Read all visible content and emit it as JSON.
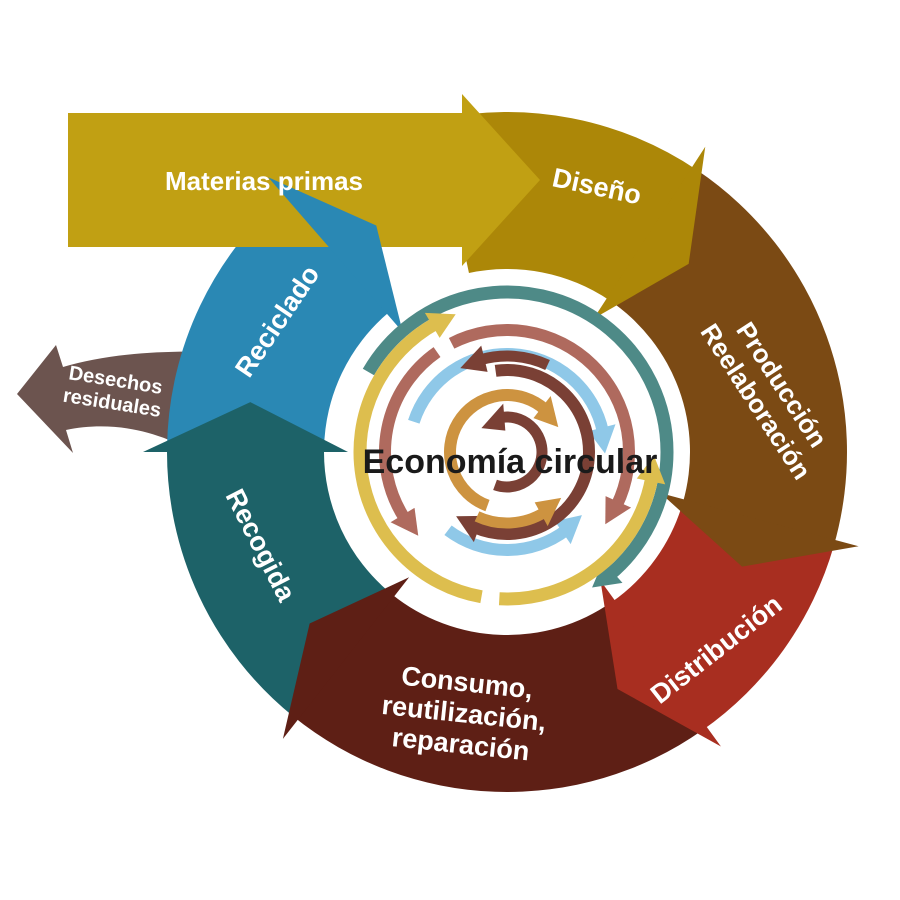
{
  "diagram_title": "Economía circular",
  "center": {
    "label": "Economía circular",
    "text_color": "#1A1A1A"
  },
  "banner": {
    "label": "Materias primas",
    "color": "#C1A013",
    "text_color": "#FFFFFF"
  },
  "exit_arrow": {
    "label": "Desechos\nresiduales",
    "color": "#6C544F",
    "text_color": "#FFFFFF"
  },
  "ring": {
    "segments": [
      {
        "id": "diseno",
        "label": "Diseño",
        "color": "#AC8708"
      },
      {
        "id": "produccion",
        "label": "Producción\nReelaboración",
        "color": "#7B4A14"
      },
      {
        "id": "distribucion",
        "label": "Distribución",
        "color": "#A82E20"
      },
      {
        "id": "consumo",
        "label": "Consumo,\nreutilización,\nreparación",
        "color": "#5E1F15"
      },
      {
        "id": "recogida",
        "label": "Recogida",
        "color": "#1D6268"
      },
      {
        "id": "reciclado",
        "label": "Reciclado",
        "color": "#2A88B4"
      }
    ]
  },
  "spiral_colors": {
    "teal": "#4E8A87",
    "yellow": "#DDBE4E",
    "rose": "#AF6A5E",
    "light_blue": "#8FC8E8",
    "maroon": "#7A4035",
    "ochre": "#CD9340"
  }
}
